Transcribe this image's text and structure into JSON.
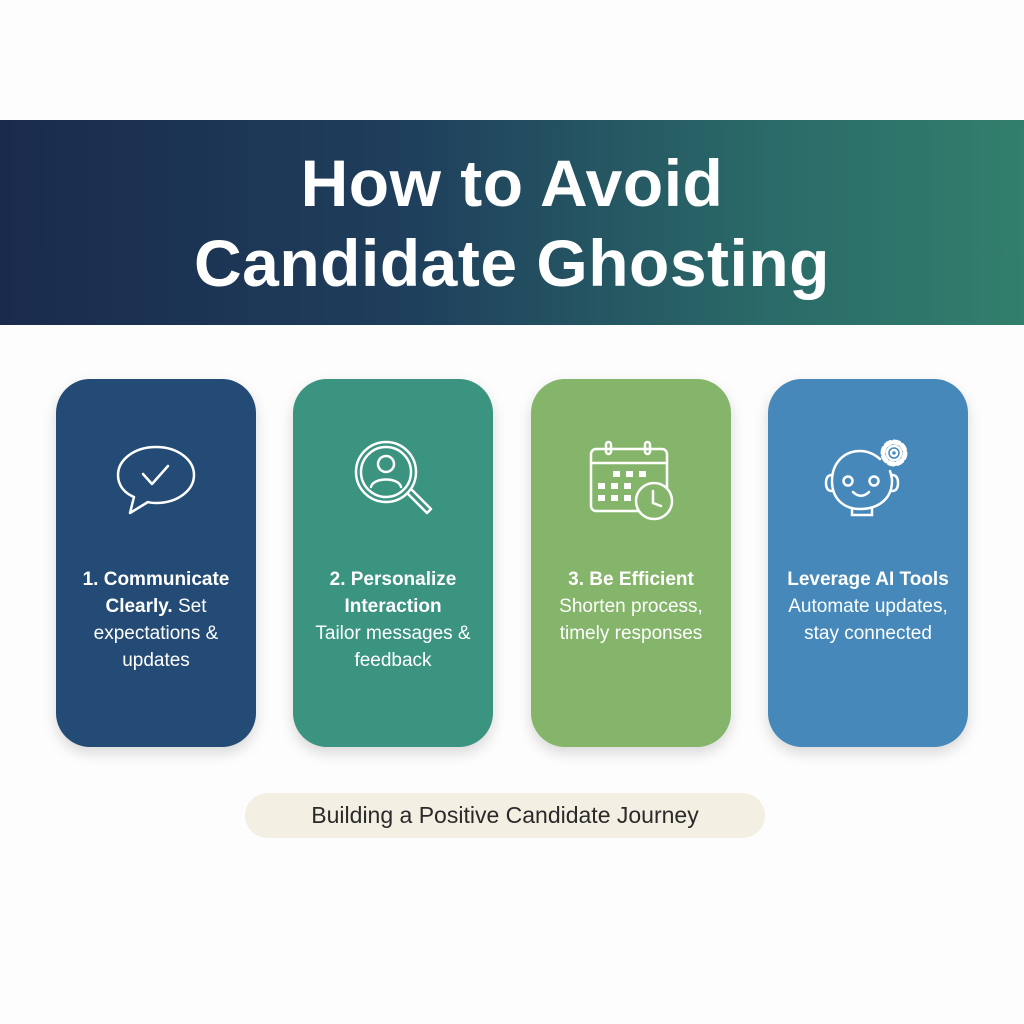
{
  "header": {
    "title_line1": "How to Avoid",
    "title_line2": "Candidate Ghosting"
  },
  "cards": [
    {
      "title": "1. Communicate Clearly.",
      "body": "Set expectations & updates",
      "color": "#234b75",
      "icon": "chat-check-icon"
    },
    {
      "title": "2. Personalize Interaction",
      "body": "Tailor messages & feedback",
      "color": "#3a9480",
      "icon": "search-user-icon"
    },
    {
      "title": "3. Be Efficient",
      "body": "Shorten process, timely responses",
      "color": "#84b56a",
      "icon": "calendar-clock-icon"
    },
    {
      "title": "Leverage AI Tools",
      "body": "Automate updates, stay connected",
      "color": "#4588b9",
      "icon": "robot-gear-icon"
    }
  ],
  "footer": {
    "label": "Building a Positive Candidate Journey"
  }
}
